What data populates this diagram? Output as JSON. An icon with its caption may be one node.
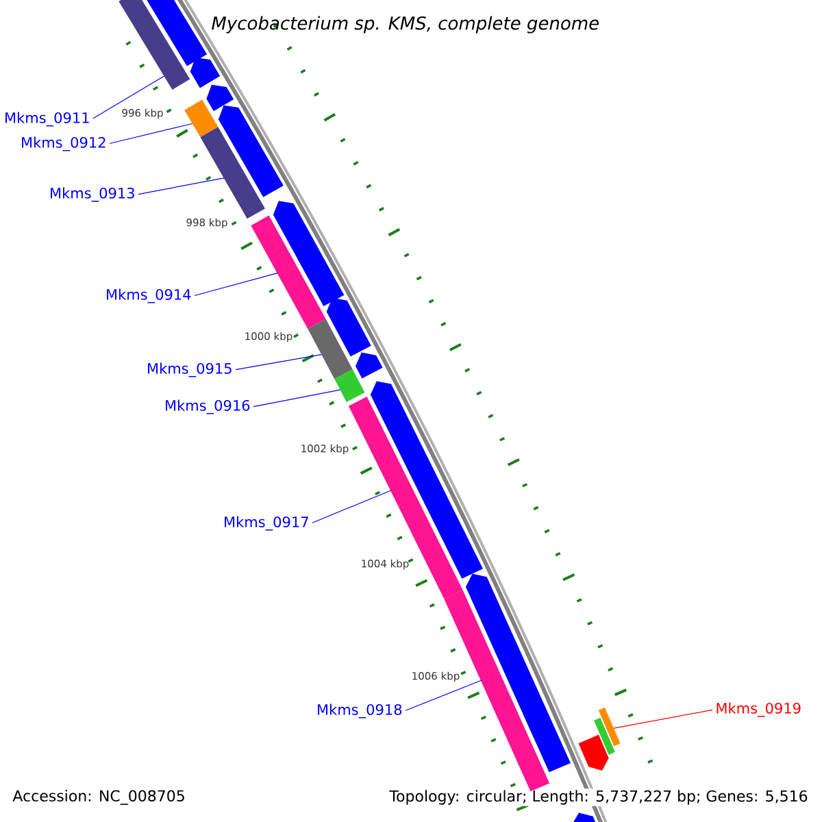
{
  "diagram": {
    "title": "Mycobacterium sp. KMS, complete genome",
    "nodes": [
      {
        "text": [
          "Mkms_0911"
        ]
      },
      {
        "text": [
          "Mkms_0912"
        ]
      },
      {
        "text": [
          "Mkms_0913"
        ]
      },
      {
        "text": [
          "Mkms_0914"
        ]
      },
      {
        "text": [
          "Mkms_0915"
        ]
      },
      {
        "text": [
          "Mkms_0916"
        ]
      },
      {
        "text": [
          "Mkms_0917"
        ]
      },
      {
        "text": [
          "Mkms_0918"
        ]
      },
      {
        "text": [
          "Mkms_0919"
        ]
      },
      {
        "text": [],
        "shape": "bar"
      },
      {
        "text": [],
        "shape": "bar"
      },
      {
        "text": [],
        "shape": "bar"
      },
      {
        "text": [],
        "shape": "bar"
      },
      {
        "text": [],
        "shape": "bar"
      },
      {
        "text": [],
        "shape": "bar"
      },
      {
        "text": [],
        "shape": "bar"
      },
      {
        "text": [],
        "shape": "bar"
      },
      {
        "text": [],
        "shape": "bar"
      },
      {
        "text": [],
        "shape": "bar"
      },
      {
        "text": [],
        "shape": "bar"
      },
      {
        "text": [],
        "shape": "bar"
      },
      {
        "text": [],
        "shape": "bar"
      },
      {
        "text": [],
        "shape": "bar"
      },
      {
        "text": [],
        "shape": "bar"
      },
      {
        "text": [],
        "shape": "bar"
      },
      {
        "text": [],
        "shape": "bar"
      },
      {
        "text": [],
        "shape": "bar"
      },
      {
        "text": [],
        "shape": "bar"
      },
      {
        "text": [],
        "shape": "bar"
      },
      {
        "text": [],
        "shape": "bar"
      }
    ],
    "edges": [
      {
        "from": 0,
        "to": 9,
        "arrow": "none"
      },
      {
        "from": 1,
        "to": 10,
        "arrow": "none"
      },
      {
        "from": 2,
        "to": 11,
        "arrow": "none"
      },
      {
        "from": 3,
        "to": 12,
        "arrow": "none"
      },
      {
        "from": 4,
        "to": 13,
        "arrow": "none"
      },
      {
        "from": 5,
        "to": 14,
        "arrow": "none"
      },
      {
        "from": 6,
        "to": 15,
        "arrow": "none"
      },
      {
        "from": 7,
        "to": 16,
        "arrow": "none"
      },
      {
        "from": 8,
        "to": 17,
        "arrow": "none",
        "color": "#ff0000"
      }
    ],
    "labels": [
      "996 kbp",
      "998 kbp",
      "1000 kbp",
      "1002 kbp",
      "1004 kbp",
      "1006 kbp",
      "Accession: NC_008705",
      "Topology: circular; Length: 5,737,227 bp; Genes: 5,516"
    ]
  }
}
